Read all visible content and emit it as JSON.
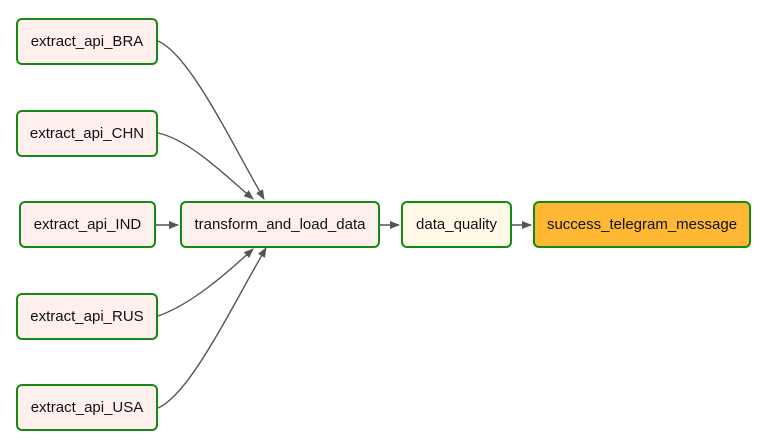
{
  "graph": {
    "nodes": [
      {
        "id": "extract_api_BRA",
        "label": "extract_api_BRA",
        "fill": "#fff0ed"
      },
      {
        "id": "extract_api_CHN",
        "label": "extract_api_CHN",
        "fill": "#fff0ed"
      },
      {
        "id": "extract_api_IND",
        "label": "extract_api_IND",
        "fill": "#fff0ed"
      },
      {
        "id": "extract_api_RUS",
        "label": "extract_api_RUS",
        "fill": "#fff0ed"
      },
      {
        "id": "extract_api_USA",
        "label": "extract_api_USA",
        "fill": "#fff0ed"
      },
      {
        "id": "transform_and_load_data",
        "label": "transform_and_load_data",
        "fill": "#fff0ed"
      },
      {
        "id": "data_quality",
        "label": "data_quality",
        "fill": "#fffae6"
      },
      {
        "id": "success_telegram_message",
        "label": "success_telegram_message",
        "fill": "#ffb833"
      }
    ],
    "edges": [
      {
        "from": "extract_api_BRA",
        "to": "transform_and_load_data"
      },
      {
        "from": "extract_api_CHN",
        "to": "transform_and_load_data"
      },
      {
        "from": "extract_api_IND",
        "to": "transform_and_load_data"
      },
      {
        "from": "extract_api_RUS",
        "to": "transform_and_load_data"
      },
      {
        "from": "extract_api_USA",
        "to": "transform_and_load_data"
      },
      {
        "from": "transform_and_load_data",
        "to": "data_quality"
      },
      {
        "from": "data_quality",
        "to": "success_telegram_message"
      }
    ]
  },
  "colors": {
    "node_border": "#138a13",
    "edge": "#555555",
    "background": "#ffffff"
  }
}
